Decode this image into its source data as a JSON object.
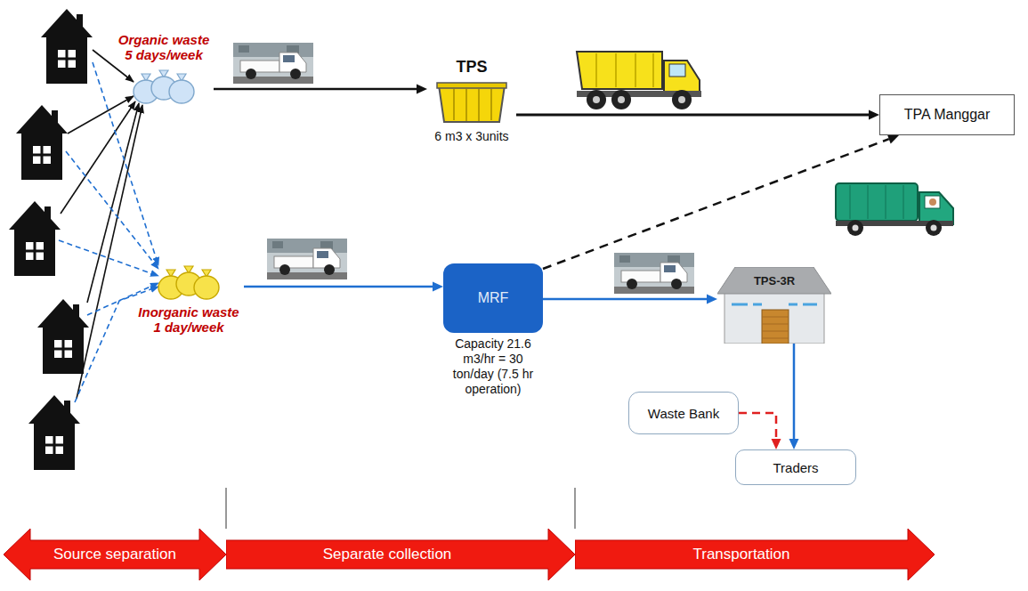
{
  "diagram": {
    "nodes": [
      {
        "text": [
          "Organic waste 5 days/week"
        ]
      },
      {
        "text": [
          "Inorganic waste 1 day/week"
        ]
      },
      {
        "text": [
          "TPS",
          "6 m3 x 3units"
        ]
      },
      {
        "text": [
          "TPA Manggar"
        ]
      },
      {
        "text": [
          "MRF",
          "Capacity 21.6 m3/hr = 30 ton/day (7.5 hr operation)"
        ]
      },
      {
        "text": [
          "TPS-3R"
        ]
      },
      {
        "text": [
          "Waste Bank"
        ]
      },
      {
        "text": [
          "Traders"
        ]
      },
      {
        "text": [
          "Source separation"
        ]
      },
      {
        "text": [
          "Separate collection"
        ]
      },
      {
        "text": [
          "Transportation"
        ]
      }
    ],
    "edges": [
      {
        "from": 0,
        "to": 2,
        "arrow": "to"
      },
      {
        "from": 2,
        "to": 3,
        "arrow": "to"
      },
      {
        "from": 1,
        "to": 4,
        "arrow": "to"
      },
      {
        "from": 4,
        "to": 3,
        "arrow": "to"
      },
      {
        "from": 4,
        "to": 5,
        "arrow": "to"
      },
      {
        "from": 6,
        "to": 7,
        "arrow": "to"
      },
      {
        "from": 5,
        "to": 7,
        "arrow": "to"
      }
    ]
  }
}
